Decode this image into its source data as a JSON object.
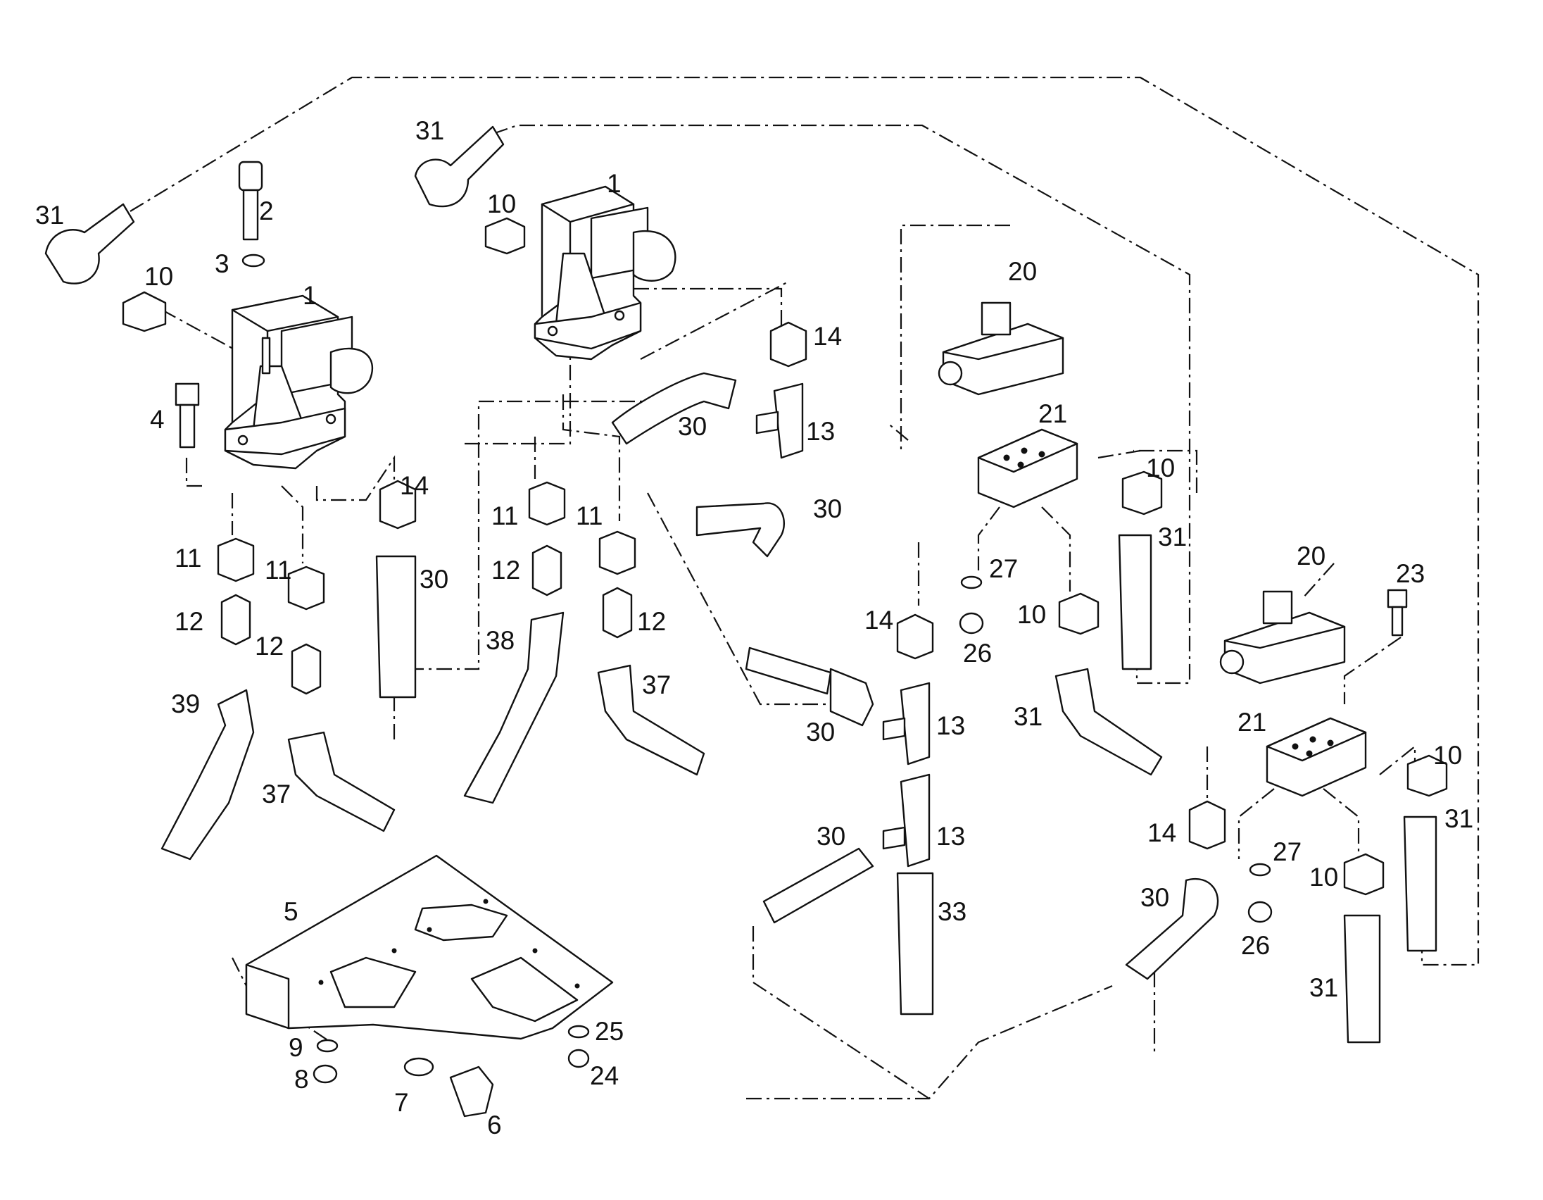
{
  "callouts": [
    {
      "n": "31"
    },
    {
      "n": "2"
    },
    {
      "n": "3"
    },
    {
      "n": "10"
    },
    {
      "n": "1"
    },
    {
      "n": "4"
    },
    {
      "n": "14"
    },
    {
      "n": "11"
    },
    {
      "n": "11"
    },
    {
      "n": "12"
    },
    {
      "n": "12"
    },
    {
      "n": "30"
    },
    {
      "n": "39"
    },
    {
      "n": "37"
    },
    {
      "n": "31"
    },
    {
      "n": "10"
    },
    {
      "n": "1"
    },
    {
      "n": "14"
    },
    {
      "n": "30"
    },
    {
      "n": "13"
    },
    {
      "n": "11"
    },
    {
      "n": "11"
    },
    {
      "n": "12"
    },
    {
      "n": "12"
    },
    {
      "n": "38"
    },
    {
      "n": "37"
    },
    {
      "n": "30"
    },
    {
      "n": "30"
    },
    {
      "n": "20"
    },
    {
      "n": "21"
    },
    {
      "n": "10"
    },
    {
      "n": "31"
    },
    {
      "n": "27"
    },
    {
      "n": "26"
    },
    {
      "n": "14"
    },
    {
      "n": "10"
    },
    {
      "n": "13"
    },
    {
      "n": "31"
    },
    {
      "n": "13"
    },
    {
      "n": "30"
    },
    {
      "n": "33"
    },
    {
      "n": "20"
    },
    {
      "n": "23"
    },
    {
      "n": "21"
    },
    {
      "n": "10"
    },
    {
      "n": "14"
    },
    {
      "n": "31"
    },
    {
      "n": "27"
    },
    {
      "n": "10"
    },
    {
      "n": "30"
    },
    {
      "n": "26"
    },
    {
      "n": "31"
    },
    {
      "n": "5"
    },
    {
      "n": "25"
    },
    {
      "n": "9"
    },
    {
      "n": "24"
    },
    {
      "n": "8"
    },
    {
      "n": "7"
    },
    {
      "n": "6"
    }
  ]
}
